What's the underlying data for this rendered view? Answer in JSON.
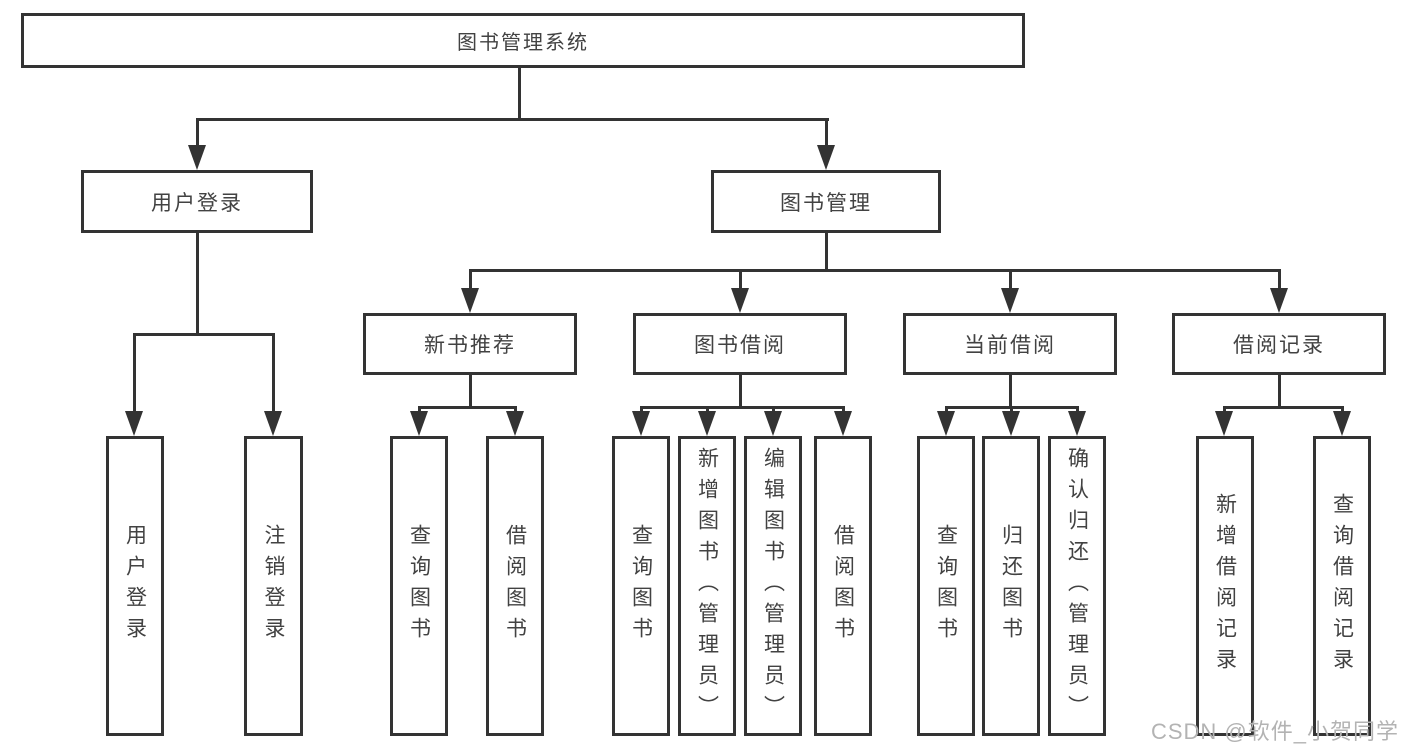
{
  "diagram": {
    "type": "tree",
    "root": {
      "label": "图书管理系统",
      "children": [
        {
          "label": "用户登录",
          "children": [
            {
              "label": "用户登录"
            },
            {
              "label": "注销登录"
            }
          ]
        },
        {
          "label": "图书管理",
          "children": [
            {
              "label": "新书推荐",
              "children": [
                {
                  "label": "查询图书"
                },
                {
                  "label": "借阅图书"
                }
              ]
            },
            {
              "label": "图书借阅",
              "children": [
                {
                  "label": "查询图书"
                },
                {
                  "label": "新增图书（管理员）"
                },
                {
                  "label": "编辑图书（管理员）"
                },
                {
                  "label": "借阅图书"
                }
              ]
            },
            {
              "label": "当前借阅",
              "children": [
                {
                  "label": "查询图书"
                },
                {
                  "label": "归还图书"
                },
                {
                  "label": "确认归还（管理员）"
                }
              ]
            },
            {
              "label": "借阅记录",
              "children": [
                {
                  "label": "新增借阅记录"
                },
                {
                  "label": "查询借阅记录"
                }
              ]
            }
          ]
        }
      ]
    },
    "colors": {
      "line": "#333333",
      "text": "#424242",
      "box_fill": "#ffffff",
      "watermark": "#b3b3b3",
      "background": "#ffffff"
    }
  },
  "watermark": {
    "text": "CSDN @软件_小贺同学"
  }
}
